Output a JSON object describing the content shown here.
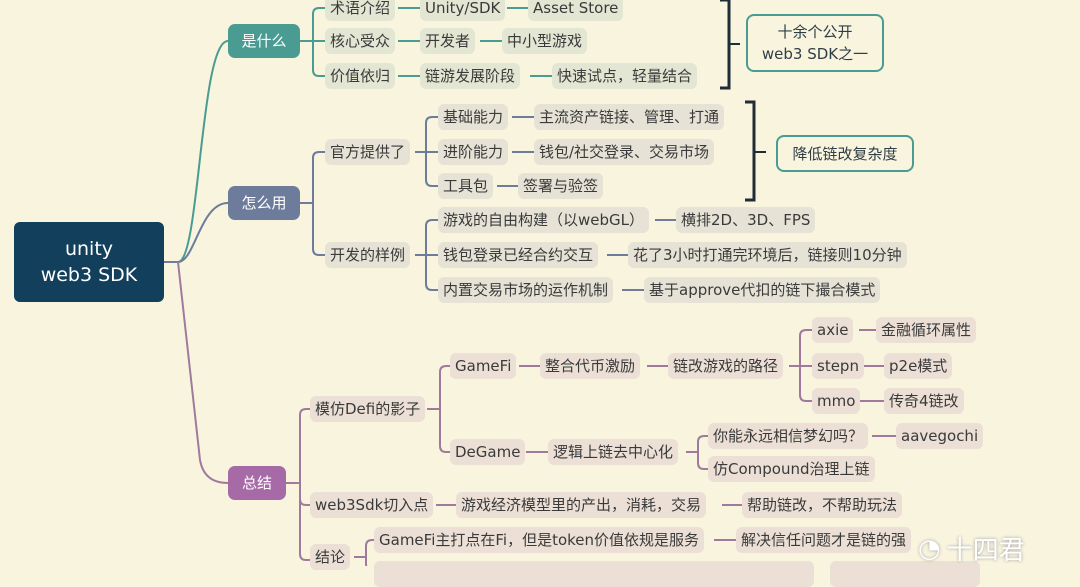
{
  "root": {
    "line1": "unity",
    "line2": "web3 SDK"
  },
  "what": {
    "label": "是什么",
    "rows": [
      [
        "术语介绍",
        "Unity/SDK",
        "Asset Store"
      ],
      [
        "核心受众",
        "开发者",
        "中小型游戏"
      ],
      [
        "价值依归",
        "链游发展阶段",
        "快速试点，轻量结合"
      ]
    ],
    "callout": {
      "line1": "十余个公开",
      "line2": "web3 SDK之一"
    }
  },
  "how": {
    "label": "怎么用",
    "official": {
      "label": "官方提供了",
      "rows": [
        [
          "基础能力",
          "主流资产链接、管理、打通"
        ],
        [
          "进阶能力",
          "钱包/社交登录、交易市场"
        ],
        [
          "工具包",
          "签署与验签"
        ]
      ],
      "callout": "降低链改复杂度"
    },
    "samples": {
      "label": "开发的样例",
      "rows": [
        [
          "游戏的自由构建（以webGL）",
          "横排2D、3D、FPS"
        ],
        [
          "钱包登录已经合约交互",
          "花了3小时打通完环境后，链接则10分钟"
        ],
        [
          "内置交易市场的运作机制",
          "基于approve代扣的链下撮合模式"
        ]
      ]
    }
  },
  "summary": {
    "label": "总结",
    "defi": {
      "label": "模仿Defi的影子",
      "gamefi": {
        "label": "GameFi",
        "mid1": "整合代币激励",
        "mid2": "链改游戏的路径",
        "items": [
          [
            "axie",
            "金融循环属性"
          ],
          [
            "stepn",
            "p2e模式"
          ],
          [
            "mmo",
            "传奇4链改"
          ]
        ]
      },
      "degame": {
        "label": "DeGame",
        "mid": "逻辑上链去中心化",
        "items": [
          [
            "你能永远相信梦幻吗？",
            "aavegochi"
          ],
          [
            "仿Compound治理上链"
          ]
        ]
      }
    },
    "entry": [
      "web3Sdk切入点",
      "游戏经济模型里的产出，消耗，交易",
      "帮助链改，不帮助玩法"
    ],
    "conclusion": {
      "label": "结论",
      "row1": [
        "GameFi主打点在Fi，但是token价值依规是服务",
        "解决信任问题才是链的强"
      ]
    }
  },
  "watermark": "十四君",
  "colors": {
    "root": "#123f5c",
    "what": "#4a9c93",
    "how": "#6e7c9c",
    "summary": "#a66aa6",
    "background": "#f8f4de"
  }
}
